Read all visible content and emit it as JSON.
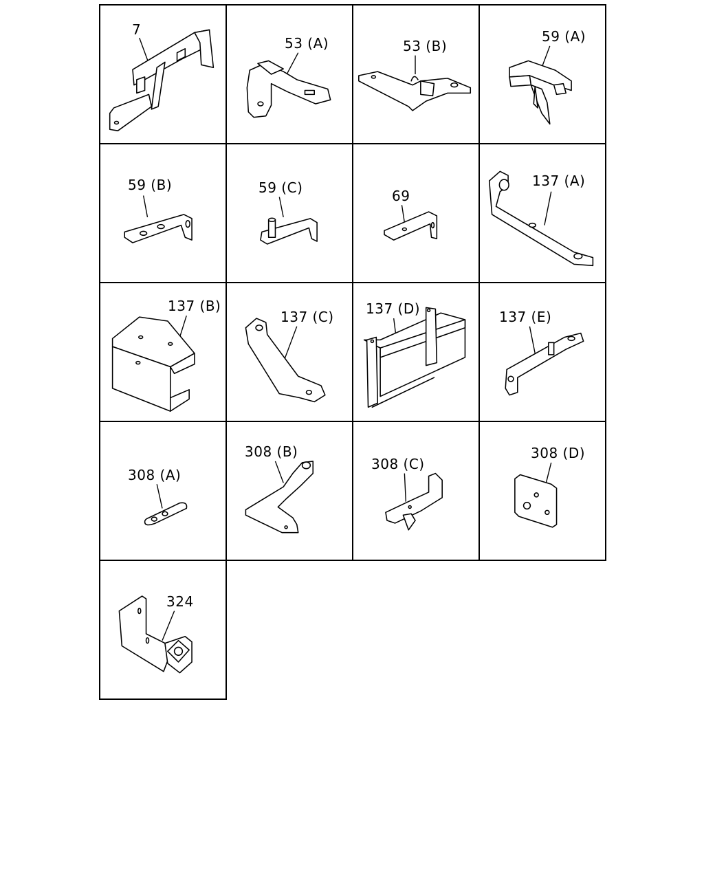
{
  "parts": [
    {
      "id": "p7",
      "label": "7"
    },
    {
      "id": "p53a",
      "label": "53 (A)"
    },
    {
      "id": "p53b",
      "label": "53 (B)"
    },
    {
      "id": "p59a",
      "label": "59 (A)"
    },
    {
      "id": "p59b",
      "label": "59 (B)"
    },
    {
      "id": "p59c",
      "label": "59 (C)"
    },
    {
      "id": "p69",
      "label": "69"
    },
    {
      "id": "p137a",
      "label": "137 (A)"
    },
    {
      "id": "p137b",
      "label": "137 (B)"
    },
    {
      "id": "p137c",
      "label": "137 (C)"
    },
    {
      "id": "p137d",
      "label": "137 (D)"
    },
    {
      "id": "p137e",
      "label": "137 (E)"
    },
    {
      "id": "p308a",
      "label": "308 (A)"
    },
    {
      "id": "p308b",
      "label": "308 (B)"
    },
    {
      "id": "p308c",
      "label": "308 (C)"
    },
    {
      "id": "p308d",
      "label": "308 (D)"
    },
    {
      "id": "p324",
      "label": "324"
    }
  ]
}
